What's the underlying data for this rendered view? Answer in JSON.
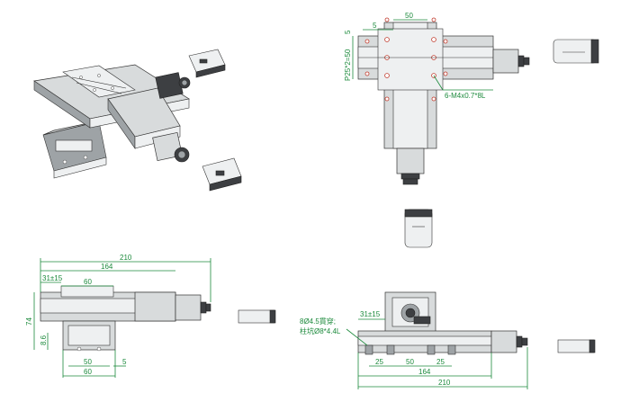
{
  "top_view": {
    "dim_top": "50",
    "dim_small": "5",
    "dim_left_vertical": "P25*2=50",
    "dim_left_small": "5",
    "thread_callout": "6-M4x0.7*8L"
  },
  "side_view_left": {
    "dim_overall": "210",
    "dim_164": "164",
    "dim_travel": "31±15",
    "dim_60_top": "60",
    "dim_height": "74",
    "dim_base": "8.6",
    "dim_50": "50",
    "dim_5": "5",
    "dim_60_bottom": "60"
  },
  "side_view_right": {
    "dim_travel": "31±15",
    "hole_callout_line1": "8Ø4.5貫穿;",
    "hole_callout_line2": "柱坑Ø8*4.4L",
    "dim_25_left": "25",
    "dim_50": "50",
    "dim_25_right": "25",
    "dim_164": "164",
    "dim_overall": "210"
  }
}
